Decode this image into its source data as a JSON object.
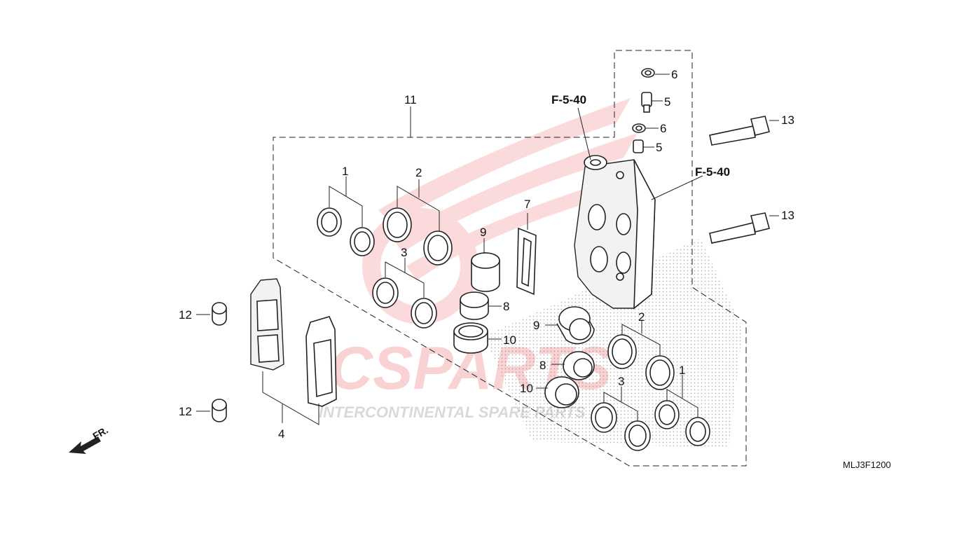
{
  "diagram_code": "MLJ3F1200",
  "direction_label": "FR.",
  "references": [
    "F-5-40",
    "F-5-40"
  ],
  "callouts": {
    "c1a": "1",
    "c1b": "1",
    "c2a": "2",
    "c2b": "2",
    "c3a": "3",
    "c3b": "3",
    "c4": "4",
    "c5a": "5",
    "c5b": "5",
    "c6a": "6",
    "c6b": "6",
    "c7": "7",
    "c8a": "8",
    "c8b": "8",
    "c9a": "9",
    "c9b": "9",
    "c10a": "10",
    "c10b": "10",
    "c11": "11",
    "c12a": "12",
    "c12b": "12",
    "c13a": "13",
    "c13b": "13"
  },
  "watermark": {
    "brand": "CSPARTS",
    "tagline": "INTERCONTINENTAL SPARE PARTS",
    "color": "#e8393a"
  }
}
